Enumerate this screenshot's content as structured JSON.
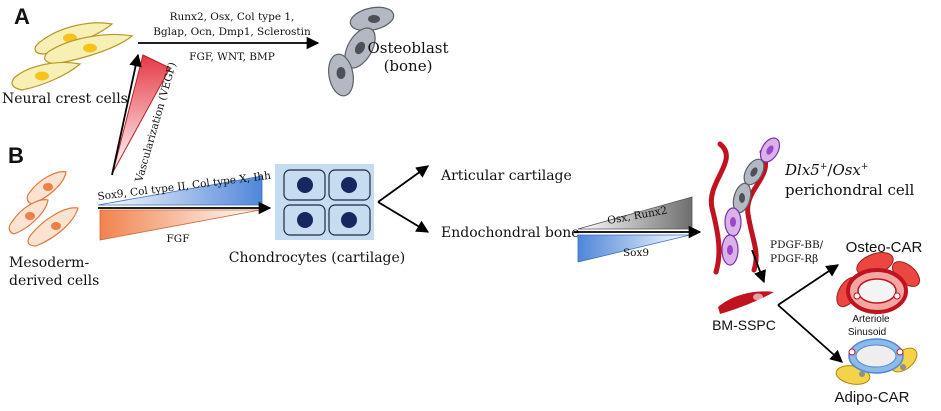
{
  "panels": {
    "a": "A",
    "b": "B"
  },
  "labels": {
    "neural_crest": "Neural crest cells",
    "osteoblast_line1": "Osteoblast",
    "osteoblast_line2": "(bone)",
    "factors_top_line1": "Runx2, Osx, Col type 1,",
    "factors_top_line2": "Bglap, Ocn, Dmp1, Sclerostin",
    "factors_bottom": "FGF, WNT, BMP",
    "vascularization": "Vascularization (VEGF)",
    "mesoderm_line1": "Mesoderm-",
    "mesoderm_line2": "derived  cells",
    "sox9_factors": "Sox9, Col type II, Col type X, Ihh",
    "fgf": "FGF",
    "chondrocytes": "Chondrocytes (cartilage)",
    "articular": "Articular cartilage",
    "endochondral": "Endochondral bone",
    "osx_runx2": "Osx, Runx2",
    "sox9": "Sox9",
    "dlx5_a": "Dlx5",
    "plus": "+",
    "slash": "/",
    "osx": "Osx",
    "perichondral": "perichondral cell",
    "pdgf_line1": "PDGF-BB/",
    "pdgf_line2": "PDGF-Rβ",
    "osteo_car": "Osteo-CAR",
    "arteriole": "Arteriole",
    "sinusoid": "Sinusoid",
    "bm_sspc": "BM-SSPC",
    "adipo_car": "Adipo-CAR"
  },
  "colors": {
    "neural_crest_fill": "#f8efb4",
    "neural_crest_nucleus": "#f5c31a",
    "osteoblast_fill": "#b4b8c2",
    "osteoblast_nucleus": "#4c5058",
    "mesoderm_fill": "#fbe3d2",
    "mesoderm_nucleus": "#ee7f45",
    "vegf_triangle": "#e53945",
    "blue_gradient": "#4f86d9",
    "orange_gradient": "#f0834e",
    "gray_gradient": "#777777",
    "chondrocyte_bg": "#c6dcf0",
    "chondrocyte_nucleus": "#16285f",
    "vessel": "#c1121f",
    "purple_cell": "#9c47c8",
    "osteo_car": "#e9473f",
    "adipo_car": "#f3d34a",
    "sinusoid": "#8dbbe8"
  }
}
